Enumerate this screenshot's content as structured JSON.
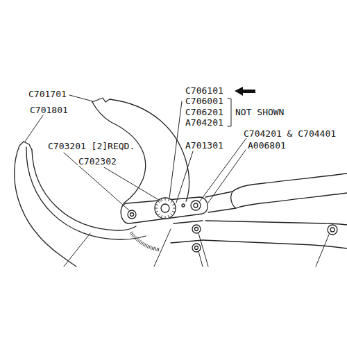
{
  "diagram": {
    "labels": [
      "C701701",
      "C701801",
      "C703201 [2]REQD.",
      "C702302",
      "C706101",
      "C706001",
      "C706201",
      "NOT SHOWN",
      "A704201",
      "C704201 & C704401",
      "A701301",
      "A006801"
    ]
  }
}
